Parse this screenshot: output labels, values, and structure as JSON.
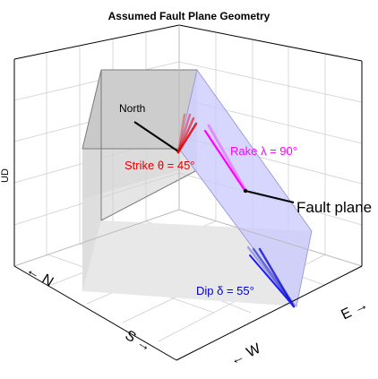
{
  "title": "Assumed Fault Plane Geometry",
  "axis_labels": {
    "vertical": "UD",
    "north": "← N",
    "south": "S →",
    "west": "← W",
    "east": "E →"
  },
  "annotations": {
    "north": "North",
    "strike": "Strike θ = 45°",
    "rake": "Rake λ = 90°",
    "fault_plane": "Fault plane",
    "dip": "Dip δ = 55°"
  },
  "parameters": {
    "strike_deg": 45,
    "dip_deg": 55,
    "rake_deg": 90
  },
  "colors": {
    "strike": "#e00000",
    "rake": "#ff00ff",
    "dip": "#0000cc",
    "plane_fill": "#c8c8ff",
    "block_fill": "#d9d9d9",
    "grid": "#cfcfcf",
    "frame": "#000000"
  }
}
